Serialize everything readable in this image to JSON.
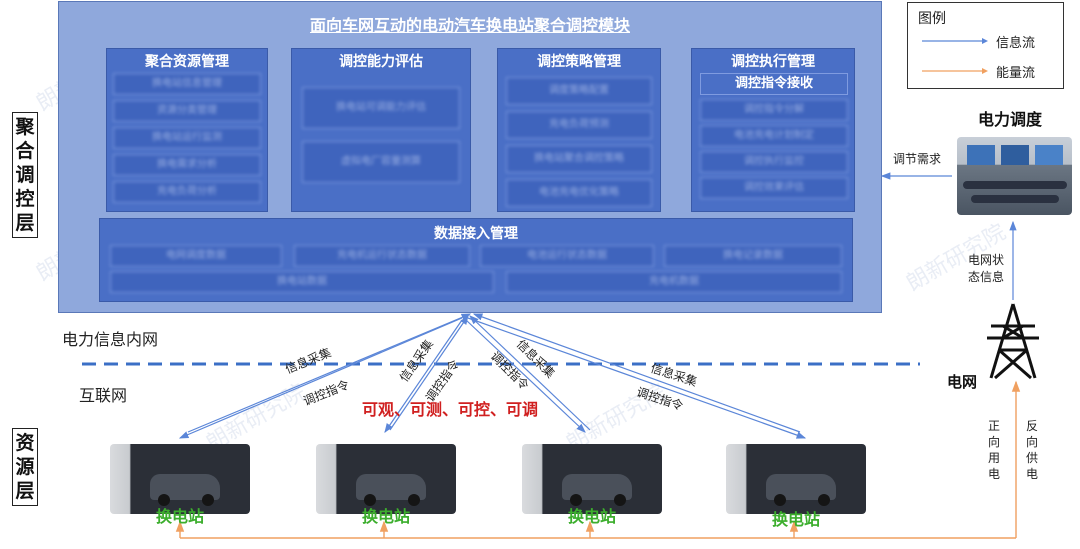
{
  "main": {
    "title": "面向车网互动的电动汽车换电站聚合调控模块",
    "modules": [
      {
        "title": "聚合资源管理",
        "items": [
          "换电站信息管理",
          "资源分类管理",
          "换电站运行监测",
          "换电需求分析",
          "充电负荷分析"
        ]
      },
      {
        "title": "调控能力评估",
        "items": [
          "换电站可调能力评估",
          "虚拟电厂容量测算"
        ]
      },
      {
        "title": "调控策略管理",
        "items": [
          "调度策略配置",
          "充电负荷预测",
          "换电站聚合调控策略",
          "电池充电优化策略"
        ]
      },
      {
        "title": "调控执行管理",
        "items": [
          "调控指令接收",
          "调控指令分解",
          "电池充电计划制定",
          "调控执行监控",
          "调控效果评估"
        ]
      }
    ],
    "data_access": {
      "title": "数据接入管理",
      "row1": [
        "电网调度数据",
        "充电机运行状态数据",
        "电池运行状态数据",
        "换电记录数据"
      ],
      "row2": [
        "换电站数据",
        "充电机数据"
      ]
    }
  },
  "side_titles": {
    "top": "聚合调控层",
    "bottom": "资源层"
  },
  "legend": {
    "title": "图例",
    "info": "信息流",
    "energy": "能量流",
    "info_color": "#5b86d8",
    "energy_color": "#f0a060"
  },
  "dispatch": {
    "title": "电力调度",
    "demand": "调节需求",
    "grid_state": "电网状态信息"
  },
  "grid": {
    "label": "电网",
    "forward": "正向用电",
    "reverse": "反向供电"
  },
  "network": {
    "inner": "电力信息内网",
    "internet": "互联网"
  },
  "flows": {
    "collect": "信息采集",
    "command": "调控指令",
    "center_text": "可观、可测、可控、可调"
  },
  "stations": [
    "换电站",
    "换电站",
    "换电站",
    "换电站"
  ],
  "watermark": "朗新研究院",
  "colors": {
    "panel": "#8fa8dc",
    "module": "#4a6fc6",
    "station_label": "#3cae2d",
    "center_text": "#d02020"
  }
}
